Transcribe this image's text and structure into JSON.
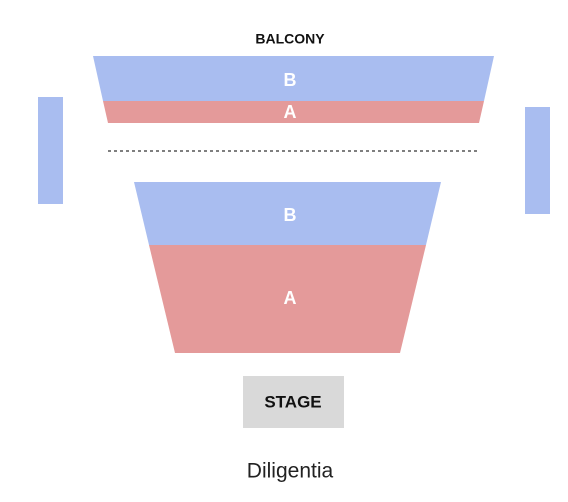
{
  "balcony": {
    "title": "BALCONY",
    "upper_label": "B",
    "lower_label": "A"
  },
  "parterre": {
    "upper_label": "B",
    "lower_label": "A"
  },
  "stage": {
    "label": "STAGE"
  },
  "venue": {
    "name": "Diligentia"
  },
  "colors": {
    "zone_b": "#a9bdf0",
    "zone_a": "#e49a9a",
    "stage": "#d9d9d9",
    "divider": "#555555"
  }
}
